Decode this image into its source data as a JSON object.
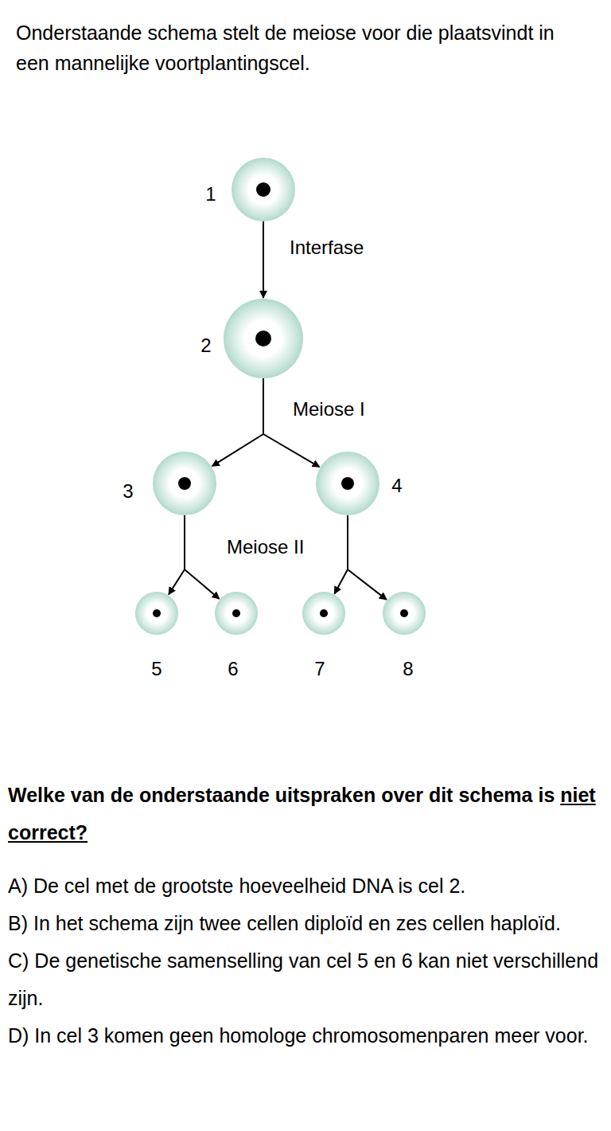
{
  "diagram": {
    "title": "Onderstaande schema stelt de meiose voor die plaatsvindt in een mannelijke voortplantingscel.",
    "nodes": [
      {
        "text": [
          "1"
        ]
      },
      {
        "text": [
          "2"
        ]
      },
      {
        "text": [
          "3"
        ]
      },
      {
        "text": [
          "4"
        ]
      },
      {
        "text": [
          "5"
        ]
      },
      {
        "text": [
          "6"
        ]
      },
      {
        "text": [
          "7"
        ]
      },
      {
        "text": [
          "8"
        ]
      }
    ],
    "edges": [
      {
        "from": 0,
        "to": 1,
        "arrow": "to",
        "label": "Interfase"
      },
      {
        "from": 1,
        "to": 2,
        "arrow": "to",
        "label": "Meiose I"
      },
      {
        "from": 1,
        "to": 3,
        "arrow": "to"
      },
      {
        "from": 2,
        "to": 4,
        "arrow": "to",
        "label": "Meiose II"
      },
      {
        "from": 2,
        "to": 5,
        "arrow": "to"
      },
      {
        "from": 3,
        "to": 6,
        "arrow": "to"
      },
      {
        "from": 3,
        "to": 7,
        "arrow": "to"
      }
    ],
    "labels": [
      "Welke van de onderstaande uitspraken over dit schema is",
      "niet correct?",
      "A) De cel met de grootste hoeveelheid DNA is cel 2.",
      "B) In het schema zijn twee cellen diploïd en zes cellen haploïd.",
      "C) De genetische samenselling van cel 5 en 6 kan niet verschillend zijn.",
      "D) In cel 3 komen geen homologe chromosomenparen meer voor."
    ]
  }
}
